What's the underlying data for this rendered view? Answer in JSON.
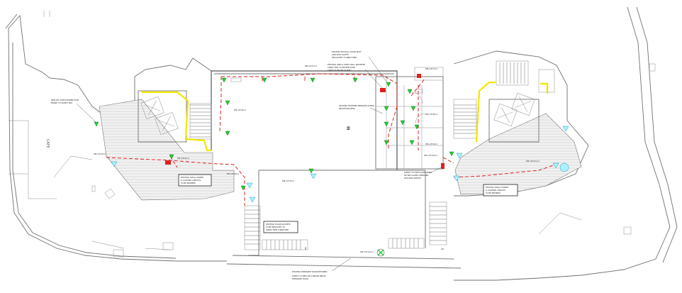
{
  "labels": {
    "cafe": "CAFE",
    "up_right": "UP",
    "up_bottom": "UP"
  },
  "notes": {
    "new_kiosk_note": [
      "NEW EOL TAPE DISTRIBUTION",
      "BOARD TO SUPPLY EGS"
    ],
    "mid_note": [
      "EXISTING TROPHIES REMOVED & NEW",
      "RECEPTION DESK"
    ],
    "top_note_1": [
      "EXISTING MUSICAL FLOOR SPOT",
      "AND SPOT PLATES",
      "RELOCATED TO NEW STEEL"
    ],
    "top_note_2": [
      "EXISTING GRID & STEEL WALL MOUNTED",
      "CABLE TRAY TO BE REPLACED",
      "CABLE TO BE RELOCATED"
    ],
    "left_box": [
      "EXISTING SMALL POWER",
      "& LIGHTING CIRCUITS",
      "TO BE REWIRED"
    ],
    "right_box": [
      "EXISTING SMALL POWER",
      "& LIGHTING CIRCUITS",
      "TO BE REWIRED"
    ],
    "bottom_center_box": [
      "EXISTING FLOOR SOCKETS",
      "TO BE REPLACED TO",
      "SUPPLY NEW FURNITURE"
    ],
    "bottom_note": [
      "EXISTING ENTRANCE DOOR RETAINED",
      "SUPPLY TO NEW AIR CURTAIN ABOVE",
      "ENTRANCE DOOR"
    ],
    "fire_alarm_note": [
      "SUPPLY TO FIRE ALARM PANEL",
      "IN FIRE ALARM CUPBOARD",
      "ISOLATOR SWITCH"
    ]
  },
  "circuit_tags": [
    "DB-GF/1/L1",
    "DB-GF/2/L1",
    "DB-GF/3/L1",
    "DB-GF/4/L1",
    "DB-GF/5/L1",
    "DB-GF/6/L1",
    "DB-GF/7/L1",
    "DB-GF/8/L1",
    "DB-GF/9/L1",
    "DB-GF/10/L1",
    "DB-GF/11/L1",
    "DB-GF/12/L1"
  ],
  "legend_colors": {
    "wiring": "#e02020",
    "device": "#22cc33",
    "fire_escape": "#f2e600",
    "access_point": "#10a0c0"
  }
}
